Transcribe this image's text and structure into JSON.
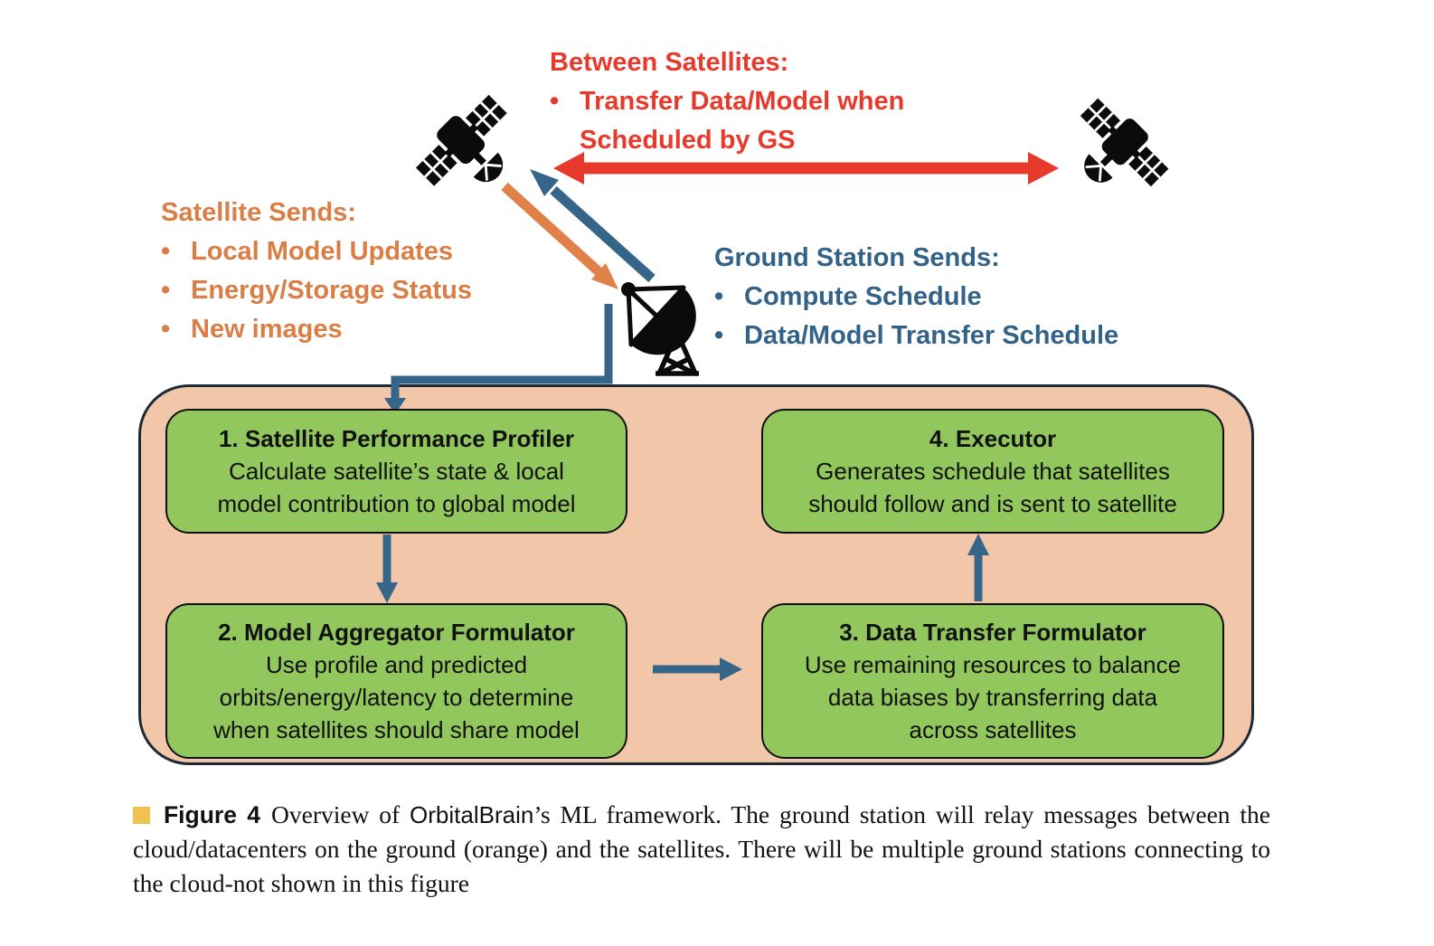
{
  "colors": {
    "red": "#E83A2C",
    "orange": "#DB7E45",
    "blue": "#336288",
    "box_green": "#92C75D",
    "panel_peach": "#F2C7A9",
    "caption_marker_yellow": "#F0C24F",
    "outline_dark": "#1E2B36",
    "icon_black": "#0B0B0B"
  },
  "annotations": {
    "between_satellites": {
      "title": "Between Satellites:",
      "bullets": [
        "Transfer Data/Model when Scheduled by GS"
      ]
    },
    "satellite_sends": {
      "title": "Satellite Sends:",
      "bullets": [
        "Local Model Updates",
        "Energy/Storage Status",
        "New images"
      ]
    },
    "ground_station_sends": {
      "title": "Ground Station Sends:",
      "bullets": [
        "Compute Schedule",
        "Data/Model Transfer Schedule"
      ]
    }
  },
  "flowchart": {
    "boxes": [
      {
        "title": "1. Satellite Performance Profiler",
        "lines": [
          "Calculate satellite’s state & local",
          "model contribution to global model"
        ]
      },
      {
        "title": "2. Model Aggregator Formulator",
        "lines": [
          "Use profile and predicted",
          "orbits/energy/latency to determine",
          "when satellites should share model"
        ]
      },
      {
        "title": "3. Data Transfer Formulator",
        "lines": [
          "Use remaining resources to balance",
          "data biases by transferring data",
          "across satellites"
        ]
      },
      {
        "title": "4. Executor",
        "lines": [
          "Generates schedule that satellites",
          "should follow and is sent to satellite"
        ]
      }
    ],
    "connections": [
      {
        "from": "satellite-left",
        "to": "satellite-right",
        "color": "red",
        "bidirectional": true
      },
      {
        "from": "satellite-left",
        "to": "ground-station",
        "color": "orange"
      },
      {
        "from": "ground-station",
        "to": "satellite-left",
        "color": "blue"
      },
      {
        "from": "ground-station",
        "to": "1. Satellite Performance Profiler",
        "color": "blue"
      },
      {
        "from": "1. Satellite Performance Profiler",
        "to": "2. Model Aggregator Formulator",
        "color": "blue"
      },
      {
        "from": "2. Model Aggregator Formulator",
        "to": "3. Data Transfer Formulator",
        "color": "blue"
      },
      {
        "from": "3. Data Transfer Formulator",
        "to": "4. Executor",
        "color": "blue"
      }
    ]
  },
  "icons": {
    "satellite_left": "satellite-icon",
    "satellite_right": "satellite-icon",
    "ground_station": "satellite-dish-ground-station-icon",
    "bullet": "round-bullet",
    "caption_marker": "yellow-square"
  },
  "caption": {
    "label": "Figure 4",
    "pre_brand": "Overview of ",
    "brand": "OrbitalBrain",
    "post_brand": "’s ML framework. The ground station will relay messages between the cloud/datacenters on the ground (orange) and the satellites. There will be multiple ground stations connecting to the cloud-not shown in this figure"
  }
}
